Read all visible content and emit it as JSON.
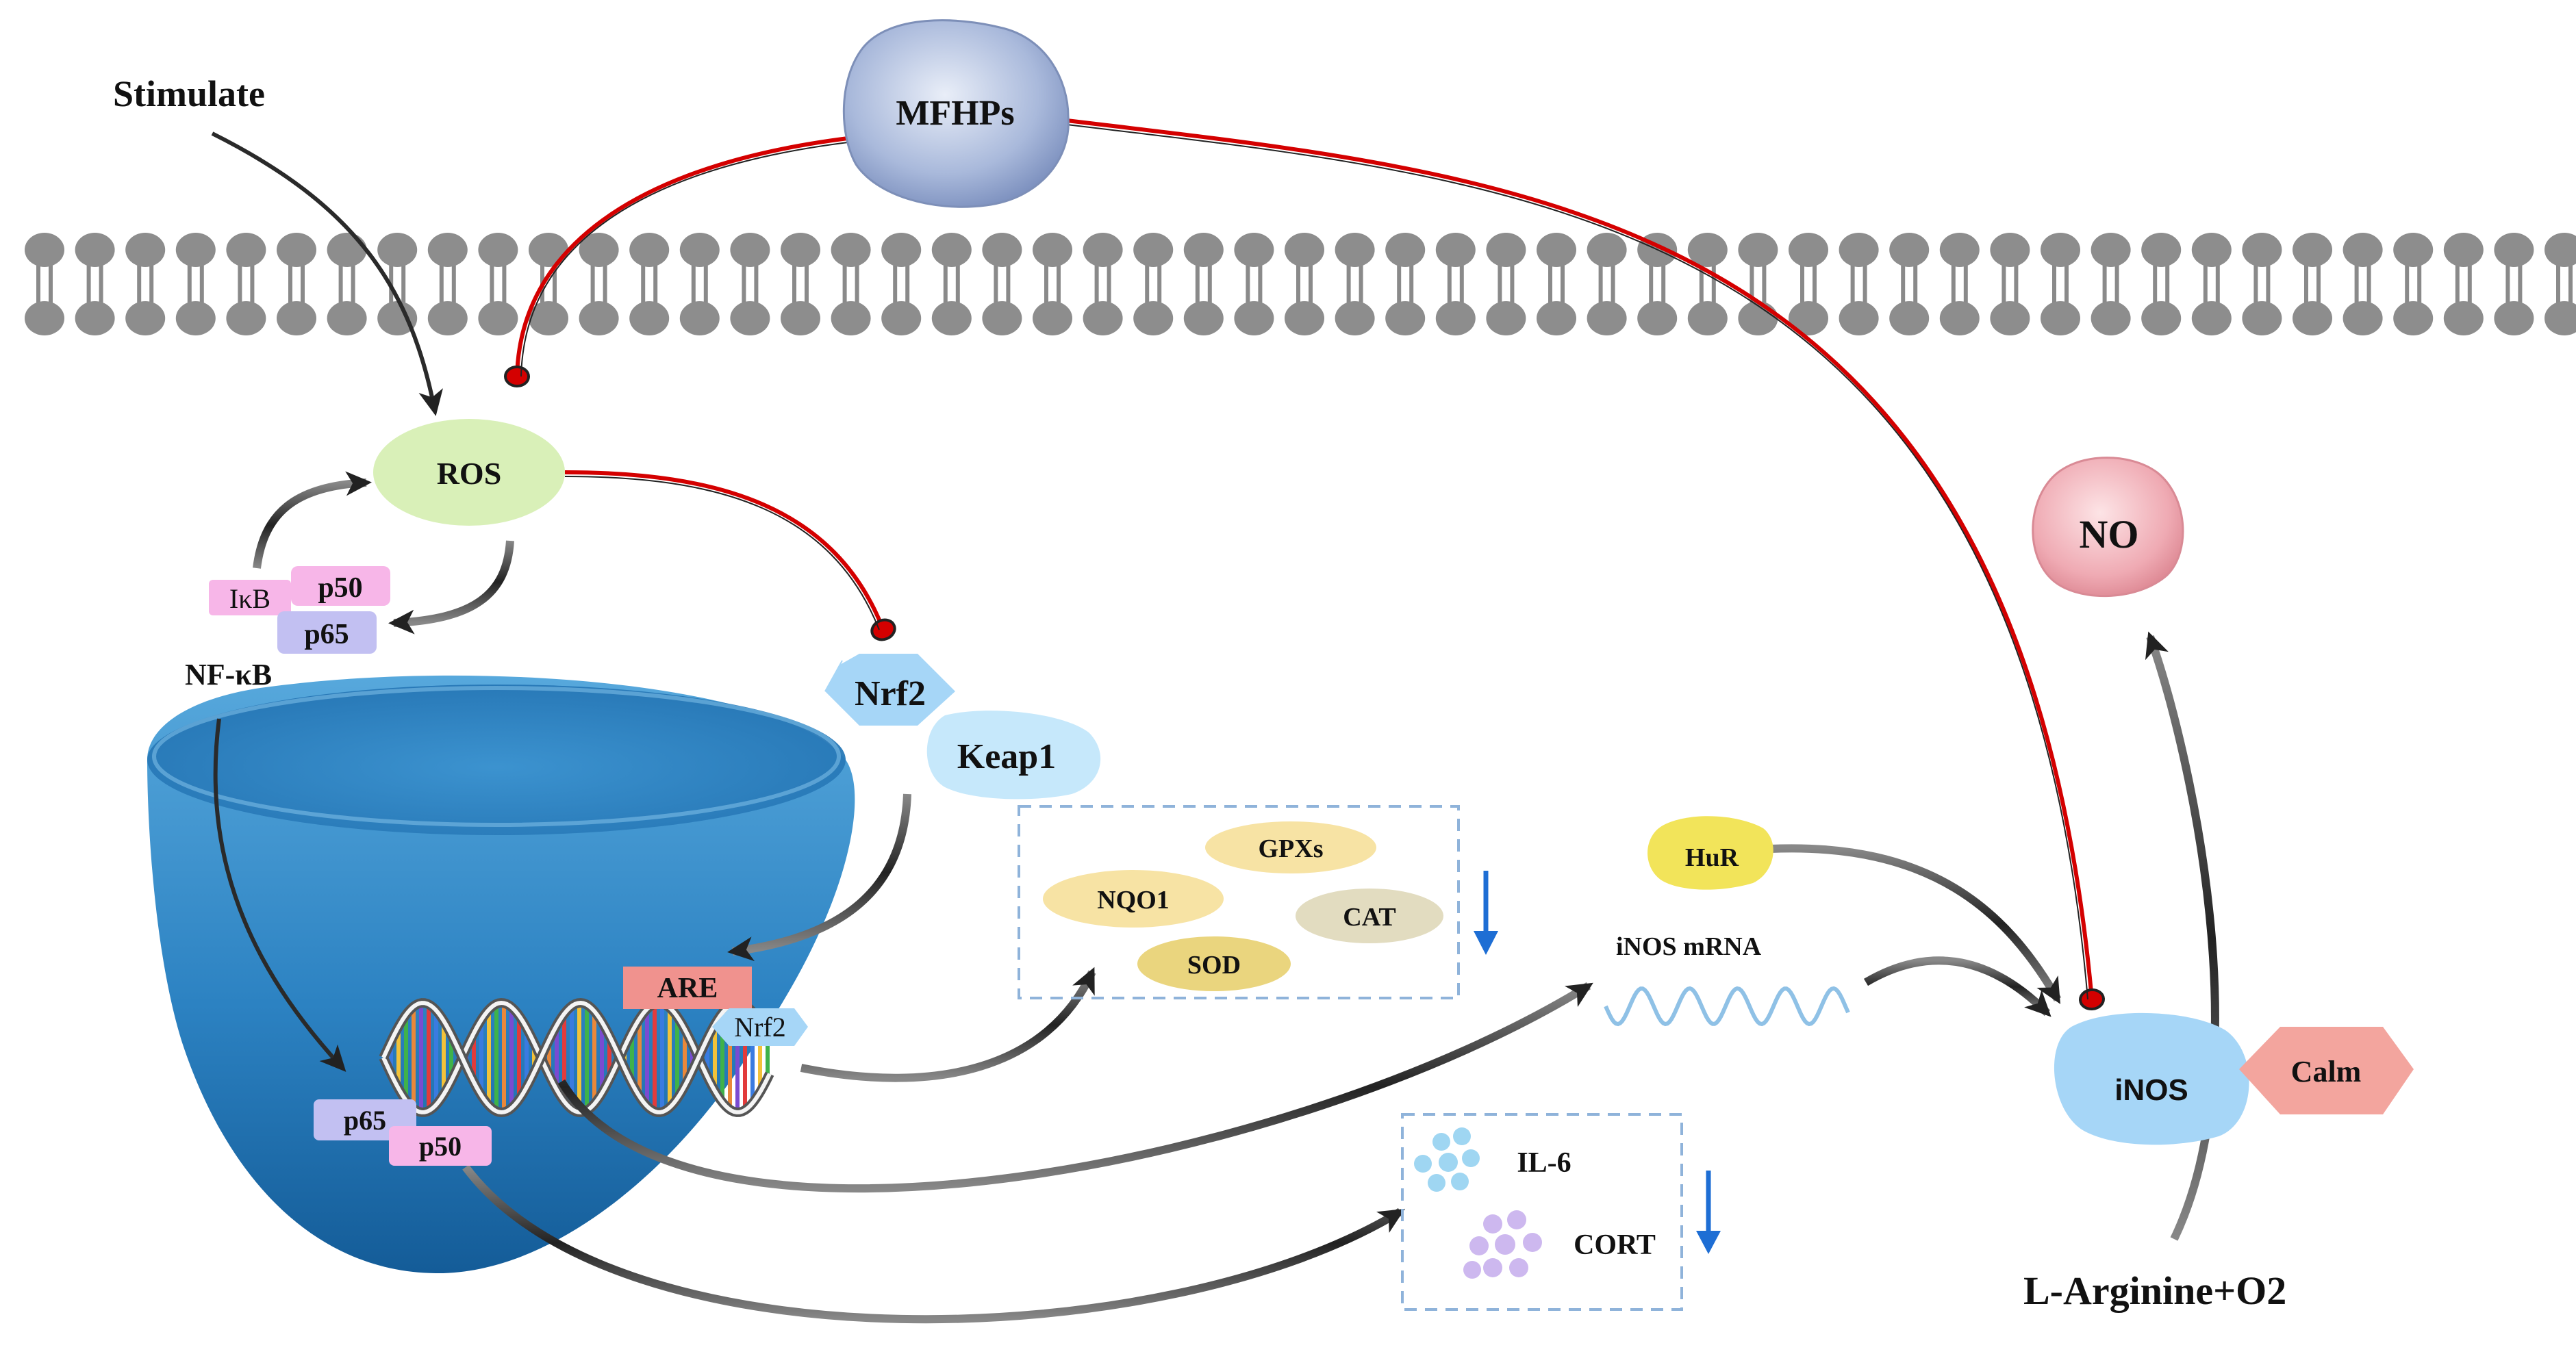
{
  "labels": {
    "stimulate": "Stimulate",
    "mfhps": "MFHPs",
    "ros": "ROS",
    "ikb": "IκB",
    "p50": "p50",
    "p65": "p65",
    "nfkb": "NF-κB",
    "nrf2": "Nrf2",
    "keap1": "Keap1",
    "gpxs": "GPXs",
    "nqo1": "NQO1",
    "cat": "CAT",
    "sod": "SOD",
    "are": "ARE",
    "nrf2_nuclear": "Nrf2",
    "p65_nuclear": "p65",
    "p50_nuclear": "p50",
    "hur": "HuR",
    "inos_mrna": "iNOS mRNA",
    "inos": "iNOS",
    "calm": "Calm",
    "no": "NO",
    "l_arginine": "L-Arginine+O2",
    "il6": "IL-6",
    "cort": "CORT"
  },
  "colors": {
    "inhibit": "#d40000",
    "activate": "#222222",
    "membrane": "#8a8a8a",
    "nucleus": "#2a86c6",
    "ros": "#d9f0b8",
    "pink": "#f7b6e8",
    "lavender": "#c2c0f2",
    "nrf2": "#a6d6f7",
    "keap1": "#c6e8fb",
    "are": "#f0928e",
    "hur": "#f2e45a",
    "enzyme": "#f7e3a4",
    "cat": "#e2dcc0",
    "sod": "#ead57e",
    "calm": "#f3a59e",
    "no": "#f2b5bd",
    "mfhps": "#b9c7e2",
    "down_arrow": "#1e6ed4",
    "box_dash": "#8fb3da",
    "il6_dots": "#9fd6f2",
    "cort_dots": "#cdb8ef",
    "mrna": "#8fc1e6"
  },
  "icons": {
    "membrane": "lipid-bilayer-icon",
    "dna": "dna-helix-icon",
    "mrna": "mrna-wave-icon",
    "down": "down-arrow-icon"
  }
}
